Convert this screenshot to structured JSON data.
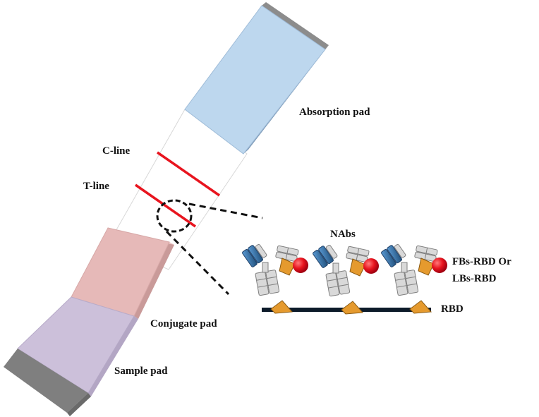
{
  "labels": {
    "absorption_pad": "Absorption pad",
    "c_line": "C-line",
    "t_line": "T-line",
    "nabs": "NAbs",
    "conjugate_pad": "Conjugate pad",
    "sample_pad": "Sample pad",
    "fbs_rbd_line1": "FBs-RBD Or",
    "fbs_rbd_line2": "LBs-RBD",
    "rbd": "RBD"
  },
  "colors": {
    "absorption_pad": "#bdd7ee",
    "conjugate_pad": "#e6b9b8",
    "sample_pad": "#ccc0da",
    "test_line": "#e8141e",
    "antibody_blue": "#2e75b6",
    "antibody_gray": "#d9d9d9",
    "rbd": "#e59a2e",
    "nanoparticle": "#e8141e",
    "substrate": "#0d1b2a"
  }
}
